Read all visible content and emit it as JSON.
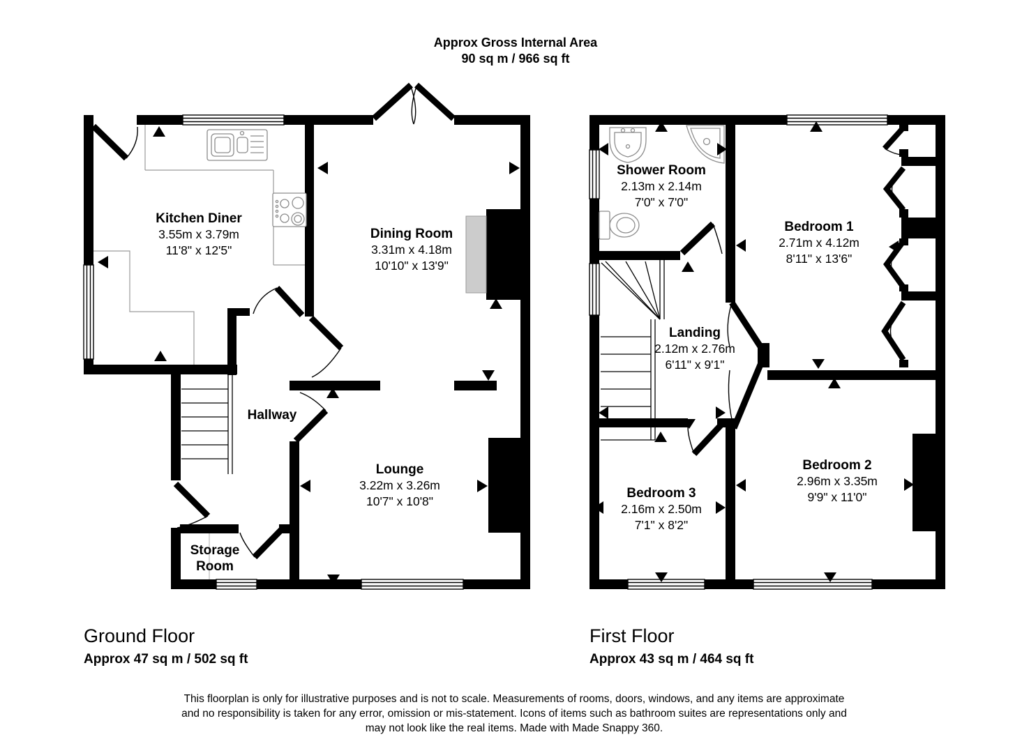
{
  "header": {
    "line1": "Approx Gross Internal Area",
    "line2": "90 sq m / 966 sq ft"
  },
  "ground": {
    "title": "Ground Floor",
    "area": "Approx 47 sq m / 502 sq ft",
    "rooms": {
      "kitchen": {
        "name": "Kitchen Diner",
        "metric": "3.55m x 3.79m",
        "imperial": "11'8\" x 12'5\""
      },
      "dining": {
        "name": "Dining Room",
        "metric": "3.31m x 4.18m",
        "imperial": "10'10\" x 13'9\""
      },
      "hallway": {
        "name": "Hallway"
      },
      "lounge": {
        "name": "Lounge",
        "metric": "3.22m x 3.26m",
        "imperial": "10'7\" x 10'8\""
      },
      "storage": {
        "name": "Storage Room"
      }
    }
  },
  "first": {
    "title": "First Floor",
    "area": "Approx 43 sq m / 464 sq ft",
    "rooms": {
      "shower": {
        "name": "Shower Room",
        "metric": "2.13m x 2.14m",
        "imperial": "7'0\" x 7'0\""
      },
      "bed1": {
        "name": "Bedroom 1",
        "metric": "2.71m x 4.12m",
        "imperial": "8'11\" x 13'6\""
      },
      "landing": {
        "name": "Landing",
        "metric": "2.12m x 2.76m",
        "imperial": "6'11\" x 9'1\""
      },
      "bed3": {
        "name": "Bedroom 3",
        "metric": "2.16m x 2.50m",
        "imperial": "7'1\" x 8'2\""
      },
      "bed2": {
        "name": "Bedroom 2",
        "metric": "2.96m x 3.35m",
        "imperial": "9'9\" x 11'0\""
      }
    }
  },
  "disclaimer": {
    "line1": "This floorplan is only for illustrative purposes and is not to scale. Measurements of rooms, doors, windows, and any items are approximate",
    "line2": "and no responsibility is taken for any error, omission or mis-statement. Icons of items such as bathroom suites are representations only and",
    "line3": "may not look like the real items. Made with Made Snappy 360."
  },
  "icons": [
    "sink-icon",
    "hob-icon",
    "basin-icon",
    "corner-shower-icon",
    "toilet-icon",
    "stairs-icon",
    "winding-stairs-icon",
    "wardrobe-bifold-icon",
    "door-swing-icon",
    "window-icon",
    "view-direction-arrow-icon",
    "chimney-breast",
    "fireplace-hearth"
  ],
  "colors": {
    "wall": "#000000",
    "background": "#ffffff",
    "fixture_stroke": "#8c8c8c",
    "counter_stroke": "#9a9a9a",
    "hearth_fill": "#cccccc",
    "text": "#000000"
  }
}
